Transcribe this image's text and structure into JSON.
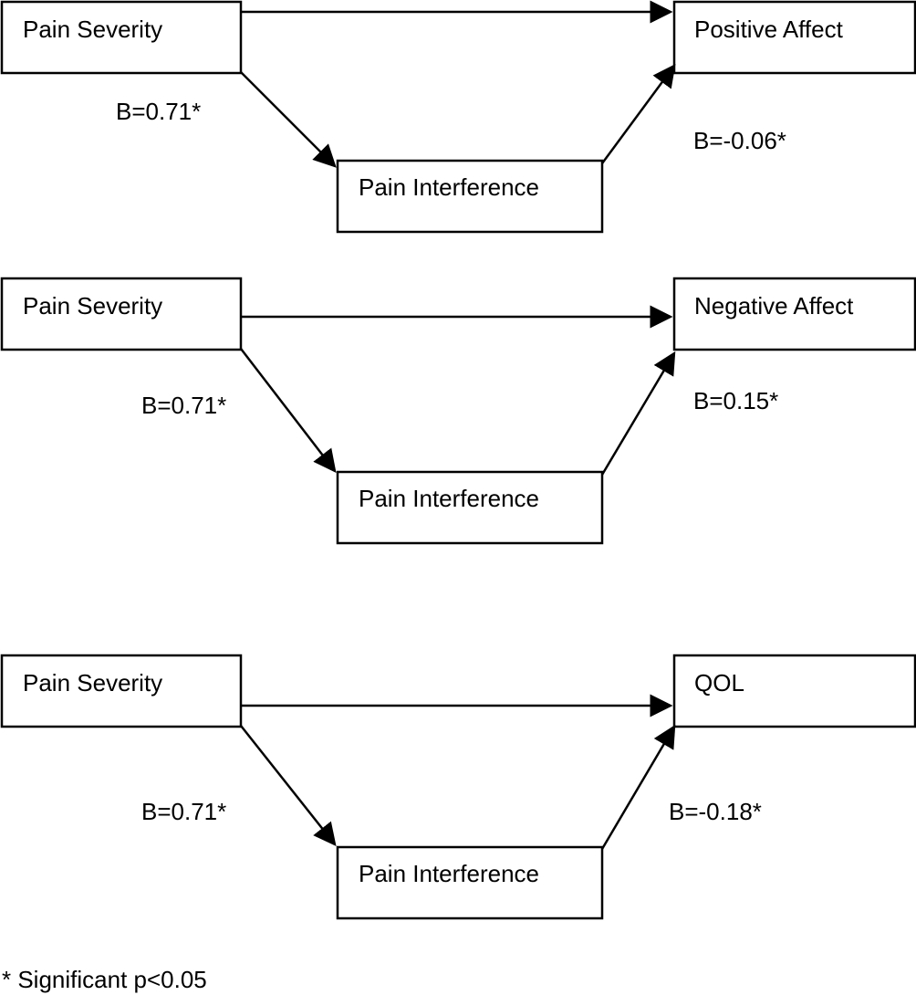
{
  "panels": [
    {
      "severity_label": "Pain Severity",
      "interference_label": "Pain Interference",
      "outcome_label": "Positive Affect",
      "path_a": "B=0.71*",
      "path_b": "B=-0.06*"
    },
    {
      "severity_label": "Pain Severity",
      "interference_label": "Pain Interference",
      "outcome_label": "Negative Affect",
      "path_a": "B=0.71*",
      "path_b": "B=0.15*"
    },
    {
      "severity_label": "Pain Severity",
      "interference_label": "Pain Interference",
      "outcome_label": "QOL",
      "path_a": "B=0.71*",
      "path_b": "B=-0.18*"
    }
  ],
  "footnote": "* Significant p<0.05",
  "colors": {
    "stroke": "#000000",
    "background": "#ffffff"
  }
}
